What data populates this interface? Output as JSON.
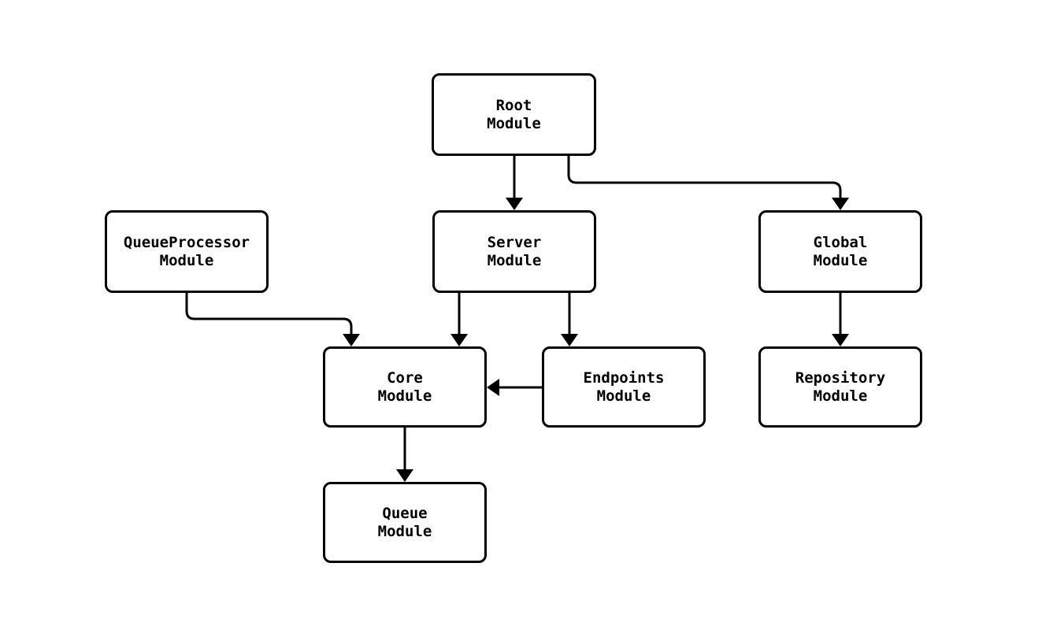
{
  "diagram": {
    "type": "module-dependency-flowchart",
    "background_color": "#ffffff",
    "node_border_color": "#000000",
    "node_fill_color": "#ffffff",
    "edge_color": "#000000",
    "text_color": "#000000",
    "nodes": {
      "root": {
        "line1": "Root",
        "line2": "Module"
      },
      "server": {
        "line1": "Server",
        "line2": "Module"
      },
      "queueprocessor": {
        "line1": "QueueProcessor",
        "line2": "Module"
      },
      "global": {
        "line1": "Global",
        "line2": "Module"
      },
      "core": {
        "line1": "Core",
        "line2": "Module"
      },
      "endpoints": {
        "line1": "Endpoints",
        "line2": "Module"
      },
      "repository": {
        "line1": "Repository",
        "line2": "Module"
      },
      "queue": {
        "line1": "Queue",
        "line2": "Module"
      }
    },
    "edges": [
      {
        "from": "Root Module",
        "to": "Server Module"
      },
      {
        "from": "Root Module",
        "to": "Global Module"
      },
      {
        "from": "Server Module",
        "to": "Core Module"
      },
      {
        "from": "Server Module",
        "to": "Endpoints Module"
      },
      {
        "from": "QueueProcessor Module",
        "to": "Core Module"
      },
      {
        "from": "Endpoints Module",
        "to": "Core Module"
      },
      {
        "from": "Global Module",
        "to": "Repository Module"
      },
      {
        "from": "Core Module",
        "to": "Queue Module"
      }
    ]
  }
}
